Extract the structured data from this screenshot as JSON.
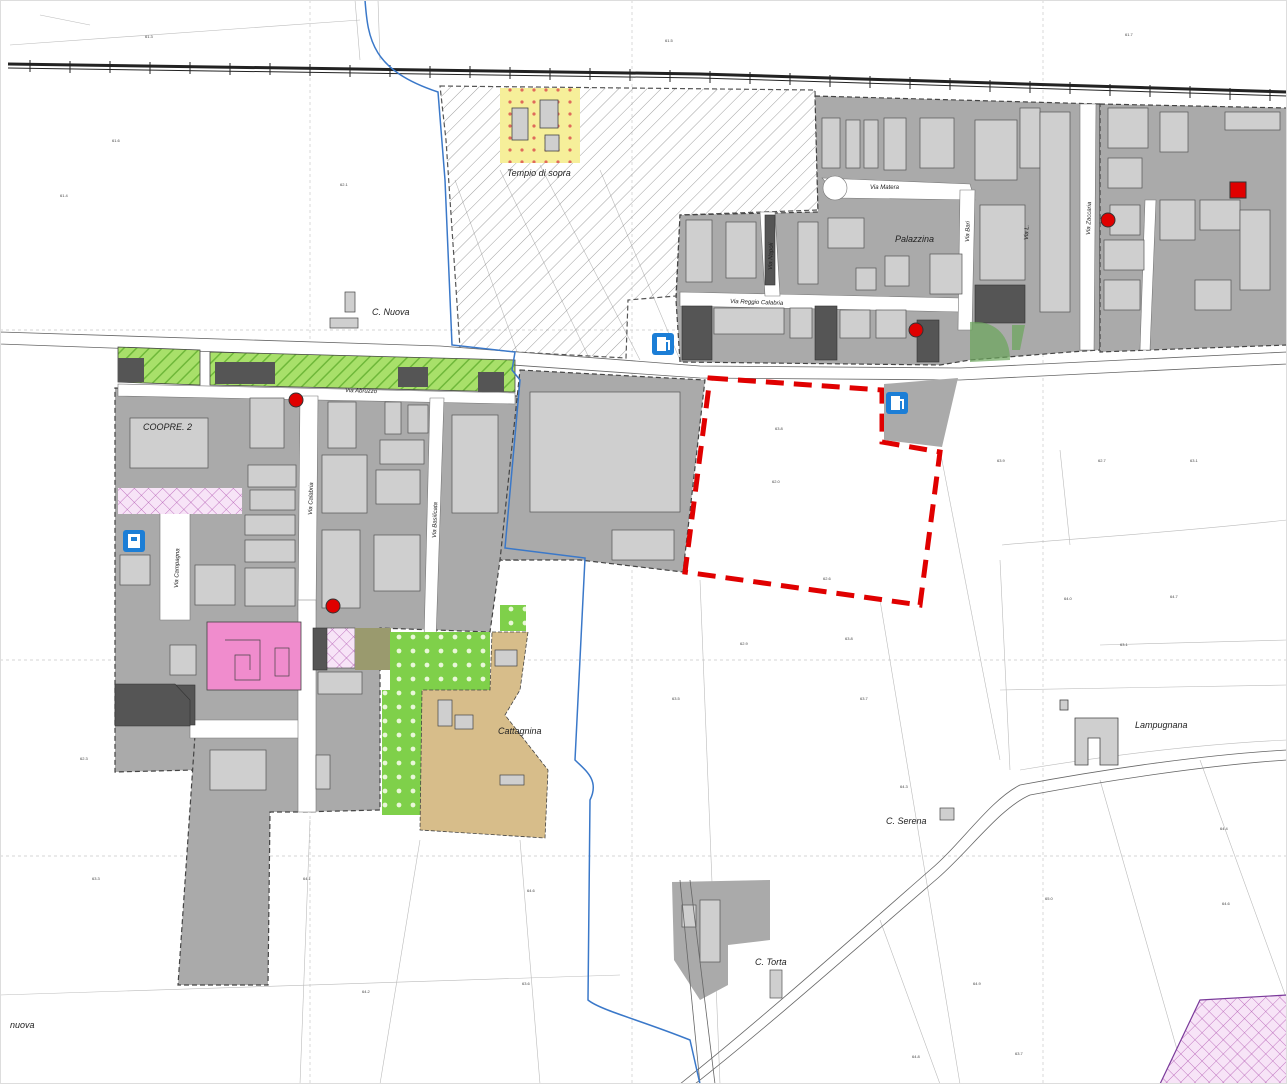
{
  "place_labels": {
    "tempio": "Tempio di sopra",
    "nuova": "C. Nuova",
    "palazzina": "Palazzina",
    "coopre": "COOPRE. 2",
    "cattagnina": "Cattagnina",
    "lampugnana": "Lampugnana",
    "serena": "C. Serena",
    "torta": "C. Torta",
    "nuova_edge": "nuova"
  },
  "street_labels": {
    "abruzzo": "Via Abruzzo",
    "matera": "Via Matera",
    "reggio": "Via Reggio Calabria",
    "napoli": "Via Napoli",
    "bari": "Via Bari",
    "zaccaria": "Via Zaccaria",
    "calabria": "Via Calabria",
    "campagna": "Via Campagna",
    "basilicata": "Via Basilicata",
    "vl": "Via L."
  },
  "elevations": [
    "61.3",
    "61.5",
    "61.6",
    "61.4",
    "61.7",
    "62.1",
    "63.8",
    "62.0",
    "62.6",
    "63.9",
    "62.7",
    "63.1",
    "62.9",
    "63.8",
    "63.5",
    "63.7",
    "64.3",
    "64.0",
    "64.7",
    "63.1",
    "64.1",
    "64.6",
    "65.0",
    "64.6",
    "64.4",
    "63.3",
    "63.6",
    "64.2",
    "64.9",
    "64.8",
    "63.7",
    "62.3"
  ],
  "colors": {
    "built": "#aaaaaa",
    "building": "#cfcfcf",
    "dark": "#555555",
    "green": "#8fd84a",
    "pink": "#f08ccd",
    "tan": "#d7bd8a",
    "yellow": "#f6ef9a",
    "red": "#e00000",
    "blue": "#1c7ed6",
    "river": "#3a78c9"
  },
  "icons": {
    "fuel": "fuel-station-icon",
    "parking": "parking-icon",
    "dot": "red-dot-marker",
    "square": "red-square-marker"
  }
}
